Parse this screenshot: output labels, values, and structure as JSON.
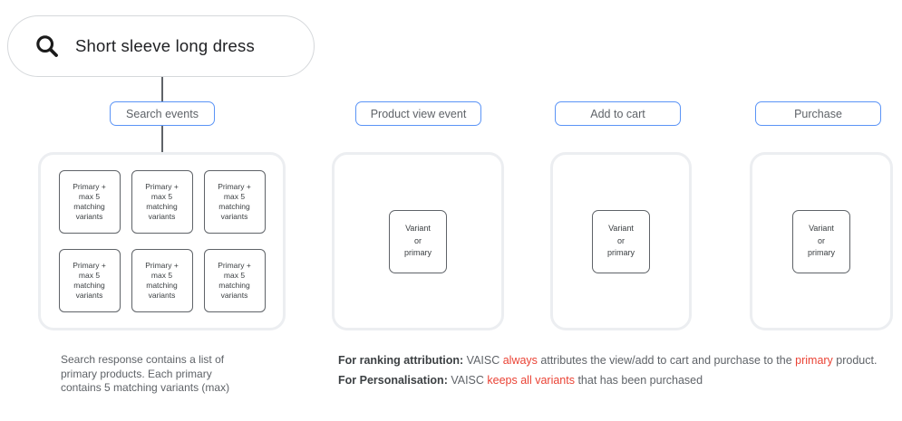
{
  "search_bar": {
    "query": "Short sleeve long dress",
    "icon": "magnifier-icon"
  },
  "event_chips": {
    "search": "Search events",
    "product_view": "Product view event",
    "add_to_cart": "Add to cart",
    "purchase": "Purchase"
  },
  "search_column": {
    "box_label": "Primary +\nmax 5\nmatching\nvariants",
    "box_count": 6
  },
  "variant_box_label": "Variant\nor\nprimary",
  "caption_left": "Search response contains a list of\nprimary products. Each primary\ncontains 5 matching variants (max)",
  "annotations": {
    "ranking": {
      "parts": [
        {
          "text": "For ranking attribution:",
          "style": "bold"
        },
        {
          "text": " VAISC ",
          "style": "normal"
        },
        {
          "text": "always",
          "style": "red"
        },
        {
          "text": " attributes the view/add to cart and purchase to the ",
          "style": "normal"
        },
        {
          "text": "primary",
          "style": "red"
        },
        {
          "text": " product.",
          "style": "normal"
        }
      ]
    },
    "personalisation": {
      "parts": [
        {
          "text": "For Personalisation:",
          "style": "bold"
        },
        {
          "text": " VAISC ",
          "style": "normal"
        },
        {
          "text": "keeps all variants",
          "style": "red"
        },
        {
          "text": " that has been purchased",
          "style": "normal"
        }
      ]
    }
  },
  "colors": {
    "chip_border_blue": "#5b94f6",
    "highlight_red": "#ea4335",
    "body_gray": "#5f6368",
    "dark_text": "#202124",
    "container_border": "#eceef1",
    "inner_box_border": "#5f6368",
    "pill_border": "#d5d8db"
  }
}
